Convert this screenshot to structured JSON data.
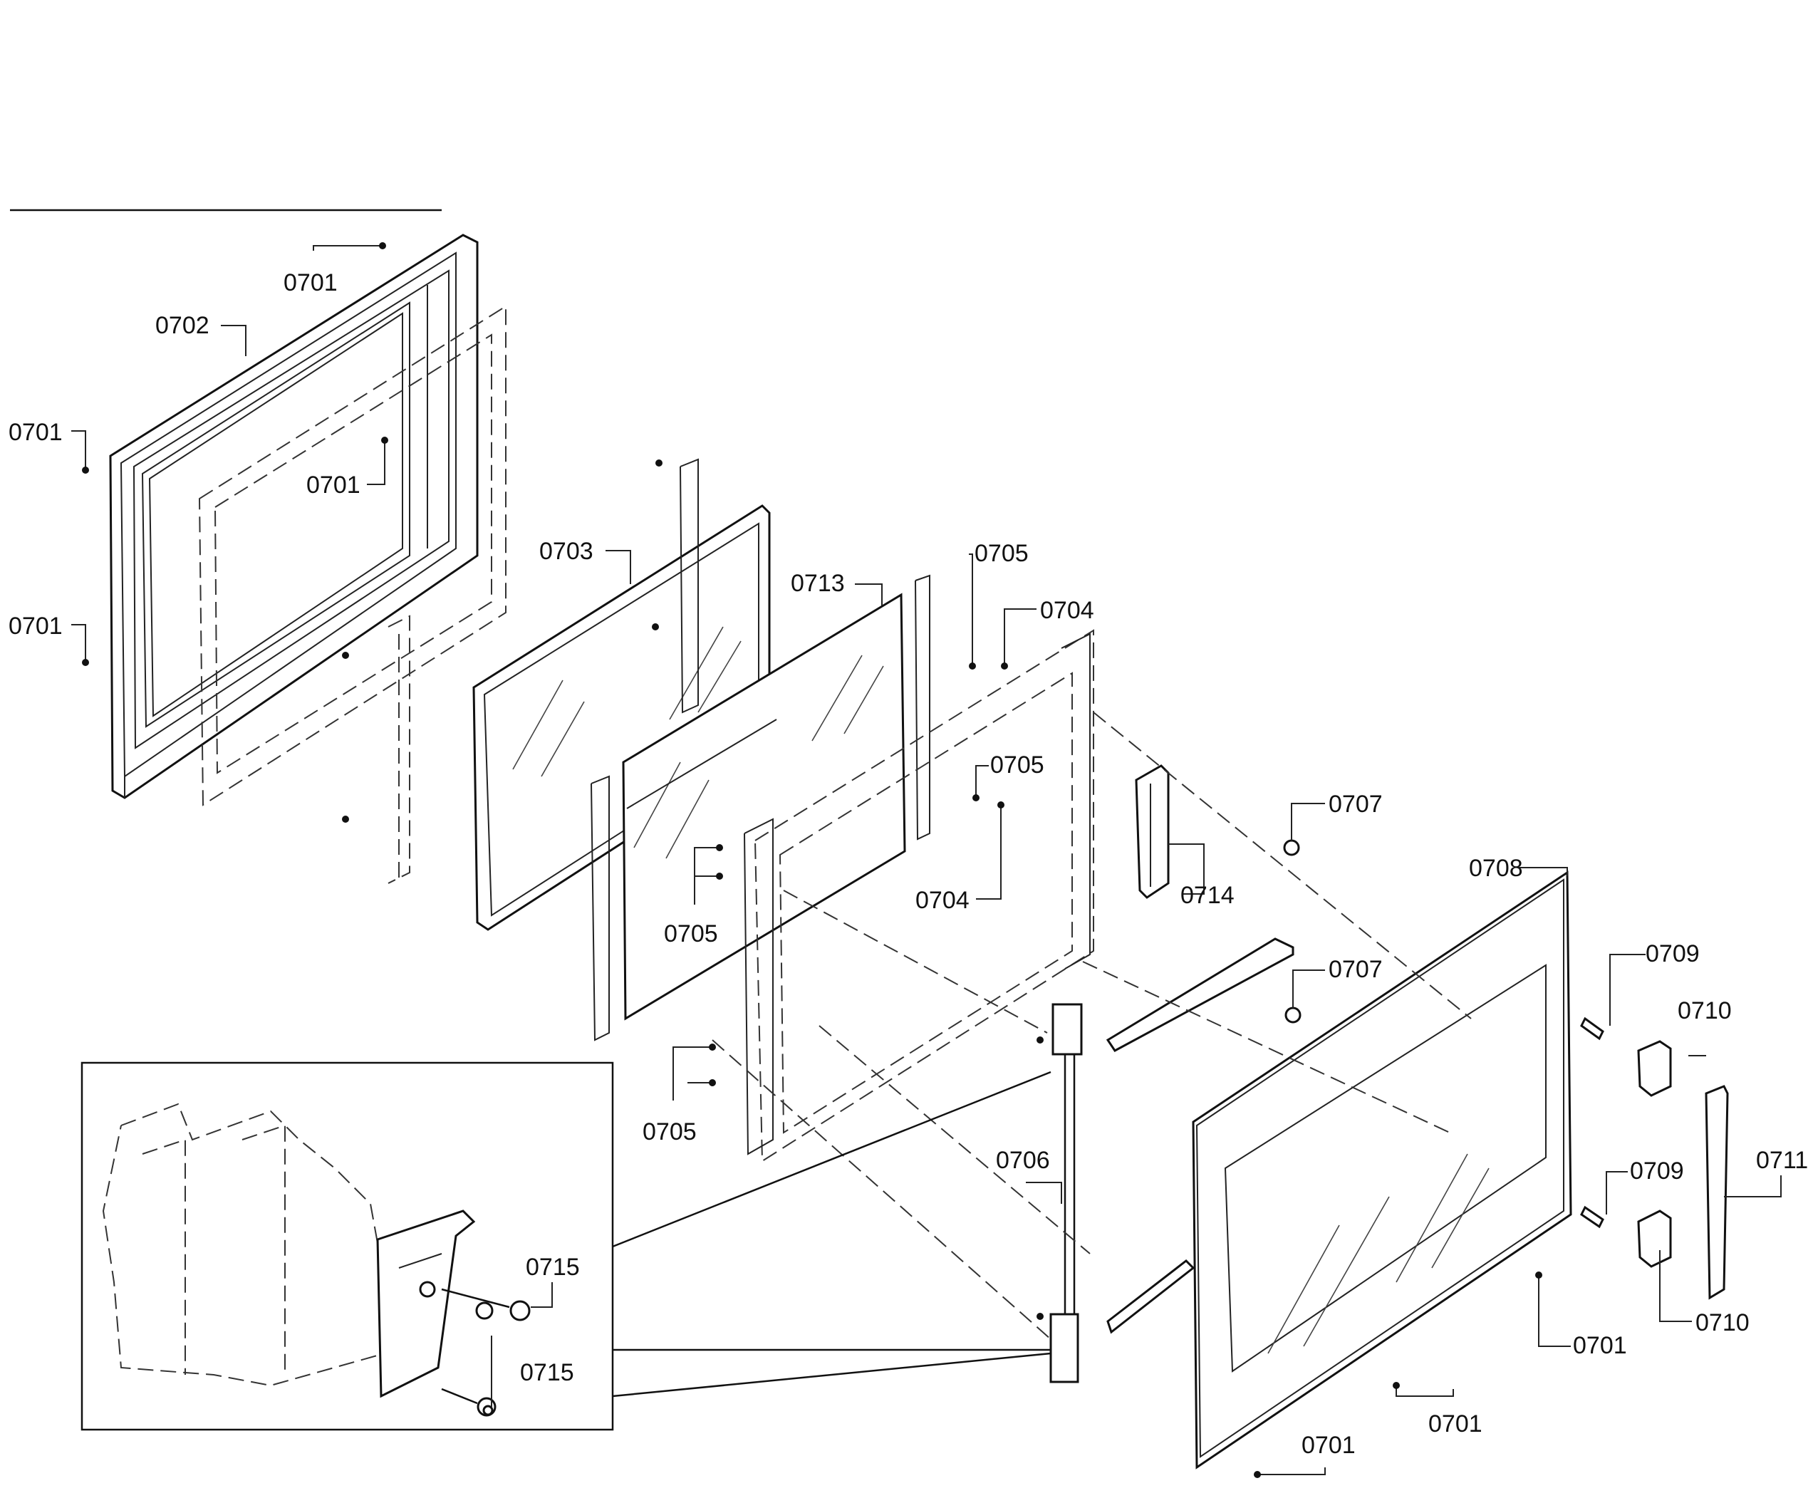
{
  "parts": {
    "p0701_a": "0701",
    "p0702": "0702",
    "p0701_b": "0701",
    "p0701_c": "0701",
    "p0701_d": "0701",
    "p0703": "0703",
    "p0713": "0713",
    "p0705_a": "0705",
    "p0704_a": "0704",
    "p0705_b": "0705",
    "p0704_b": "0704",
    "p0705_c": "0705",
    "p0705_d": "0705",
    "p0707_a": "0707",
    "p0714": "0714",
    "p0708": "0708",
    "p0707_b": "0707",
    "p0709_a": "0709",
    "p0710_a": "0710",
    "p0711": "0711",
    "p0706": "0706",
    "p0709_b": "0709",
    "p0710_b": "0710",
    "p0715_a": "0715",
    "p0715_b": "0715",
    "p0701_e": "0701",
    "p0701_f": "0701",
    "p0701_g": "0701"
  }
}
